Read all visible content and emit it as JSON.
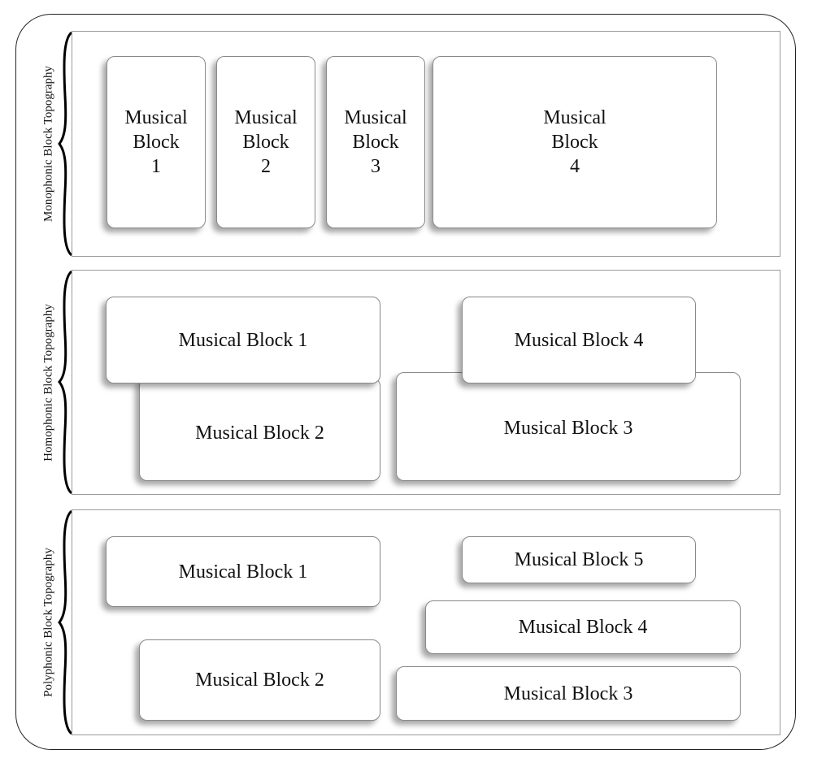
{
  "sections": [
    {
      "label": "Monophonic Block Topography",
      "blocks": [
        {
          "lines": [
            "Musical",
            "Block",
            "1"
          ]
        },
        {
          "lines": [
            "Musical",
            "Block",
            "2"
          ]
        },
        {
          "lines": [
            "Musical",
            "Block",
            "3"
          ]
        },
        {
          "lines": [
            "Musical",
            "Block",
            "4"
          ]
        }
      ]
    },
    {
      "label": "Homophonic Block Topography",
      "blocks": [
        {
          "label": "Musical Block 2"
        },
        {
          "label": "Musical Block 1"
        },
        {
          "label": "Musical Block 3"
        },
        {
          "label": "Musical Block 4"
        }
      ]
    },
    {
      "label": "Polyphonic Block Topography",
      "blocks": [
        {
          "label": "Musical Block 1"
        },
        {
          "label": "Musical Block 2"
        },
        {
          "label": "Musical Block 5"
        },
        {
          "label": "Musical Block 4"
        },
        {
          "label": "Musical Block 3"
        }
      ]
    }
  ]
}
